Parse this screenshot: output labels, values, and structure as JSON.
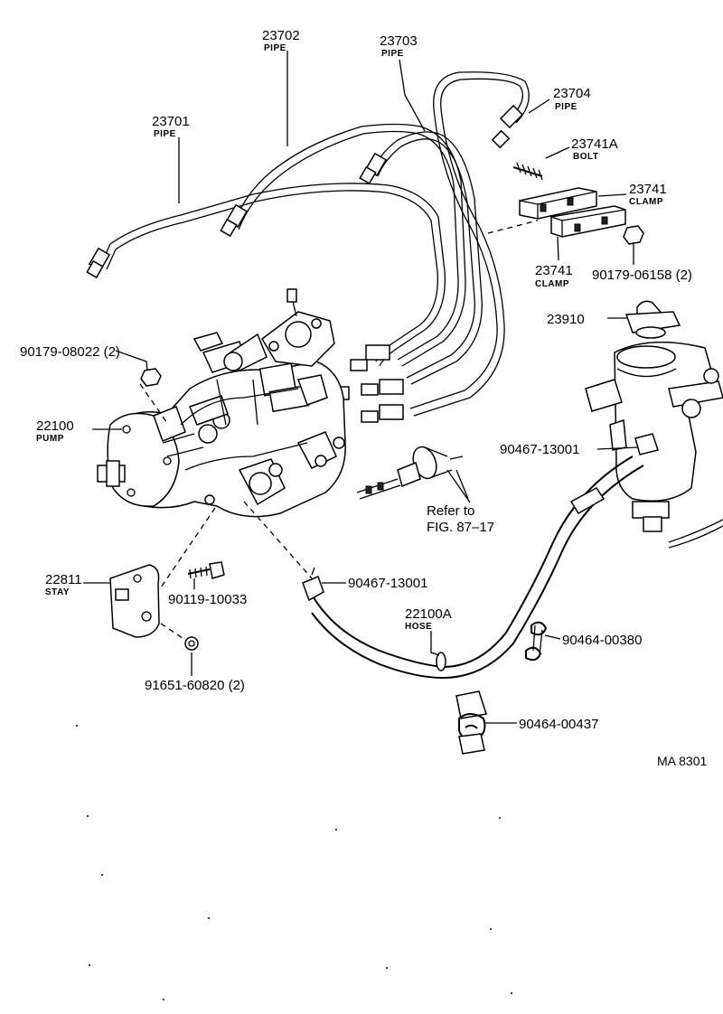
{
  "parts": {
    "p23702": {
      "number": "23702",
      "name": "PIPE"
    },
    "p23703": {
      "number": "23703",
      "name": "PIPE"
    },
    "p23701": {
      "number": "23701",
      "name": "PIPE"
    },
    "p23704": {
      "number": "23704",
      "name": "PIPE"
    },
    "p23741a": {
      "number": "23741A",
      "name": "BOLT"
    },
    "p23741_upper": {
      "number": "23741",
      "name": "CLAMP"
    },
    "p23741_lower": {
      "number": "23741",
      "name": "CLAMP"
    },
    "p90179_06158": {
      "number": "90179-06158 (2)"
    },
    "p23910": {
      "number": "23910"
    },
    "p90179_08022": {
      "number": "90179-08022 (2)"
    },
    "p22100": {
      "number": "22100",
      "name": "PUMP"
    },
    "p90467_13001_upper": {
      "number": "90467-13001"
    },
    "p90467_13001_lower": {
      "number": "90467-13001"
    },
    "p22811": {
      "number": "22811",
      "name": "STAY"
    },
    "p90119_10033": {
      "number": "90119-10033"
    },
    "p22100a": {
      "number": "22100A",
      "name": "HOSE"
    },
    "p90464_00380": {
      "number": "90464-00380"
    },
    "p91651_60820": {
      "number": "91651-60820 (2)"
    },
    "p90464_00437": {
      "number": "90464-00437"
    }
  },
  "reference": {
    "line1": "Refer to",
    "line2": "FIG. 87–17"
  },
  "drawing_code": "MA 8301"
}
